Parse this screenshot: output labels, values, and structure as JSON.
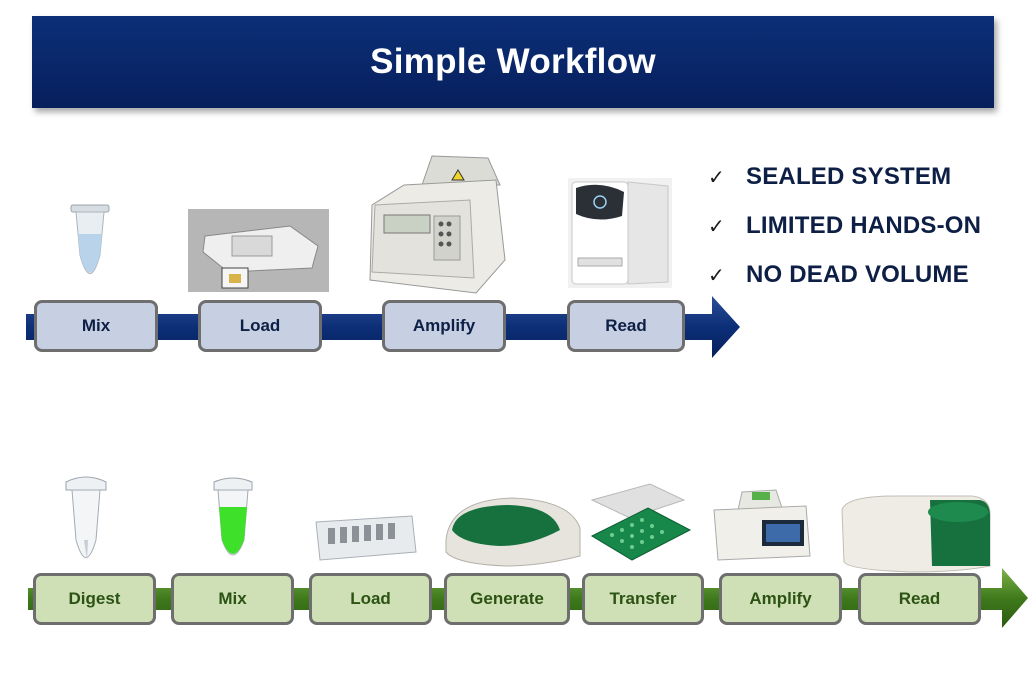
{
  "title": "Simple Workflow",
  "checklist": {
    "mark": "✓",
    "items": [
      "SEALED SYSTEM",
      "LIMITED HANDS-ON",
      "NO DEAD VOLUME"
    ]
  },
  "workflow_top": {
    "color": "#0c2f78",
    "steps": [
      "Mix",
      "Load",
      "Amplify",
      "Read"
    ]
  },
  "workflow_bottom": {
    "color": "#3f7a1c",
    "steps": [
      "Digest",
      "Mix",
      "Load",
      "Generate",
      "Transfer",
      "Amplify",
      "Read"
    ]
  },
  "icons": [
    "sample-tube-icon",
    "chip-loader-icon",
    "thermal-cycler-icon",
    "chip-reader-icon",
    "clear-tube-icon",
    "green-tube-icon",
    "cartridge-icon",
    "droplet-generator-icon",
    "plate-sealing-icon",
    "thermal-cycler-icon",
    "droplet-reader-icon"
  ]
}
